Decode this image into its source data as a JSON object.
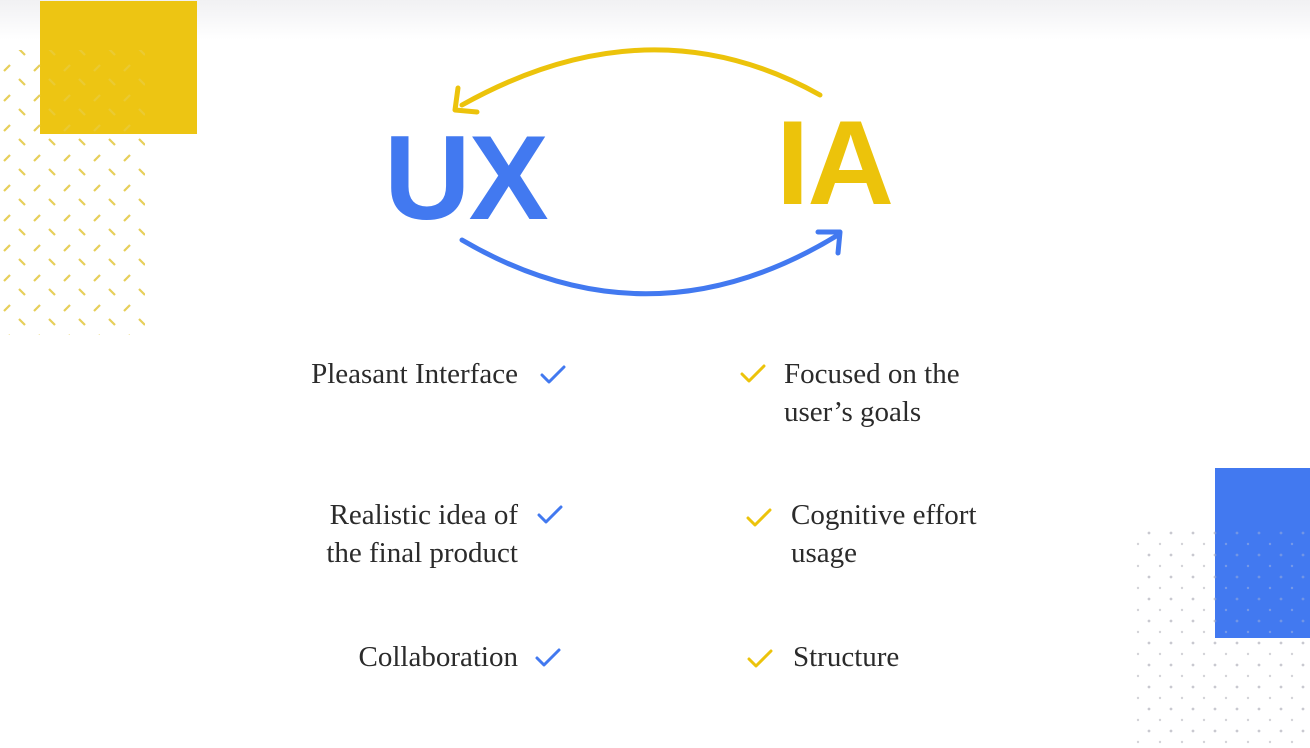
{
  "colors": {
    "blue": "#4279f0",
    "yellow": "#ecc30b",
    "text": "#2b2b2b"
  },
  "headings": {
    "ux": "UX",
    "ia": "IA"
  },
  "ux_items": [
    {
      "lines": [
        "Pleasant Interface"
      ],
      "icon": "check-icon"
    },
    {
      "lines": [
        "Realistic idea of",
        "the final product"
      ],
      "icon": "check-icon"
    },
    {
      "lines": [
        "Collaboration"
      ],
      "icon": "check-icon"
    }
  ],
  "ia_items": [
    {
      "lines": [
        "Focused on the",
        "user’s goals"
      ],
      "icon": "check-icon"
    },
    {
      "lines": [
        "Cognitive effort",
        "usage"
      ],
      "icon": "check-icon"
    },
    {
      "lines": [
        "Structure"
      ],
      "icon": "check-icon"
    }
  ]
}
